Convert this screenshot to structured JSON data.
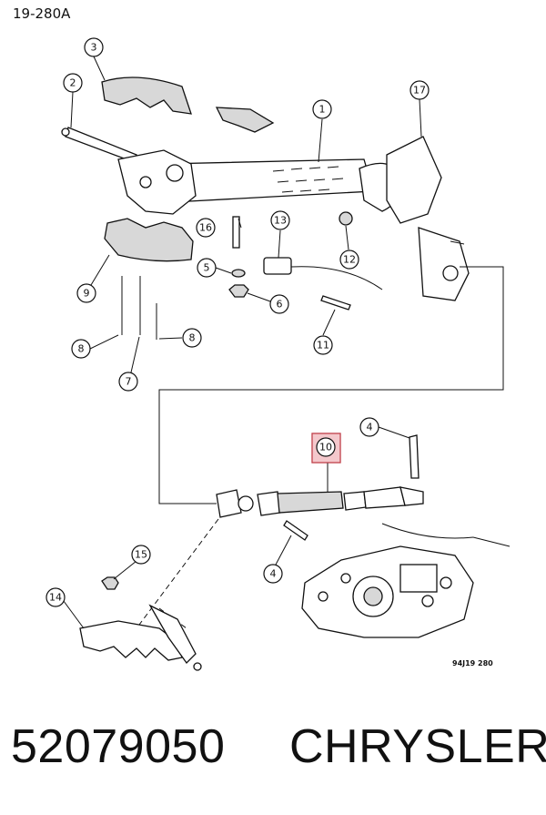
{
  "header": {
    "page_code": "19-280A"
  },
  "figure": {
    "code": "94J19 280"
  },
  "footer": {
    "part_number": "52079050",
    "brand": "CHRYSLER"
  },
  "callouts": [
    {
      "label": "1",
      "highlighted": false
    },
    {
      "label": "2",
      "highlighted": false
    },
    {
      "label": "3",
      "highlighted": false
    },
    {
      "label": "4",
      "highlighted": false
    },
    {
      "label": "4",
      "highlighted": false
    },
    {
      "label": "5",
      "highlighted": false
    },
    {
      "label": "6",
      "highlighted": false
    },
    {
      "label": "7",
      "highlighted": false
    },
    {
      "label": "8",
      "highlighted": false
    },
    {
      "label": "8",
      "highlighted": false
    },
    {
      "label": "9",
      "highlighted": false
    },
    {
      "label": "10",
      "highlighted": true
    },
    {
      "label": "11",
      "highlighted": false
    },
    {
      "label": "12",
      "highlighted": false
    },
    {
      "label": "13",
      "highlighted": false
    },
    {
      "label": "14",
      "highlighted": false
    },
    {
      "label": "15",
      "highlighted": false
    },
    {
      "label": "16",
      "highlighted": false
    },
    {
      "label": "17",
      "highlighted": false
    }
  ],
  "colors": {
    "highlight_fill": "#f4c8cc",
    "highlight_stroke": "#c0404a",
    "ink": "#111111"
  }
}
